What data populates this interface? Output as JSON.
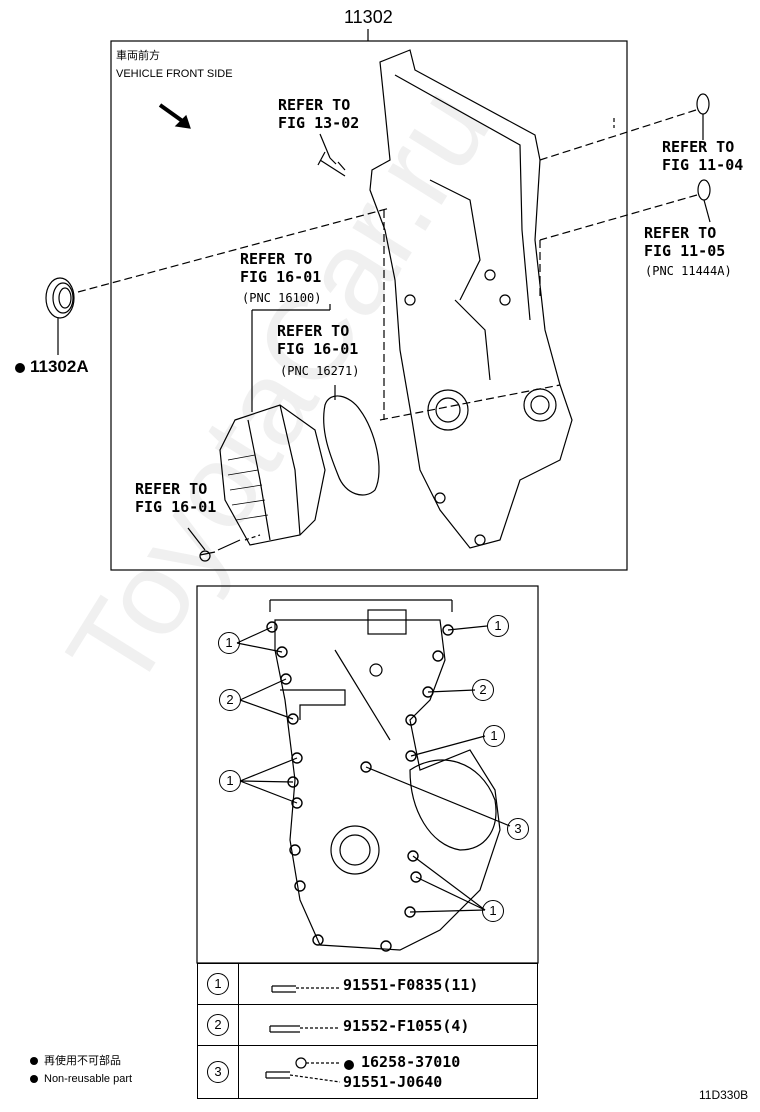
{
  "diagram": {
    "main_part_number": "11302",
    "seal_part_number": "11302A",
    "front_side_jp": "車両前方",
    "front_side_en": "VEHICLE FRONT SIDE",
    "refer_13_02": "REFER TO\nFIG 13-02",
    "refer_11_04": "REFER TO\nFIG 11-04",
    "refer_11_05": "REFER TO\nFIG 11-05",
    "pnc_11444a": "(PNC 11444A)",
    "refer_16_01_a": "REFER TO\nFIG 16-01",
    "pnc_16100": "(PNC 16100)",
    "refer_16_01_b": "REFER TO\nFIG 16-01",
    "pnc_16271": "(PNC 16271)",
    "refer_16_01_c": "REFER TO\nFIG 16-01"
  },
  "callouts": {
    "one": "1",
    "two": "2",
    "three": "3"
  },
  "legend": [
    {
      "key": "1",
      "parts": [
        "91551-F0835(11)"
      ]
    },
    {
      "key": "2",
      "parts": [
        "91552-F1055(4)"
      ]
    },
    {
      "key": "3",
      "parts": [
        "16258-37010",
        "91551-J0640"
      ]
    }
  ],
  "notes": {
    "non_reusable_jp": "再使用不可部品",
    "non_reusable_en": "Non-reusable part"
  },
  "figure_id": "11D330B",
  "watermark": "ToyotaCar.ru"
}
